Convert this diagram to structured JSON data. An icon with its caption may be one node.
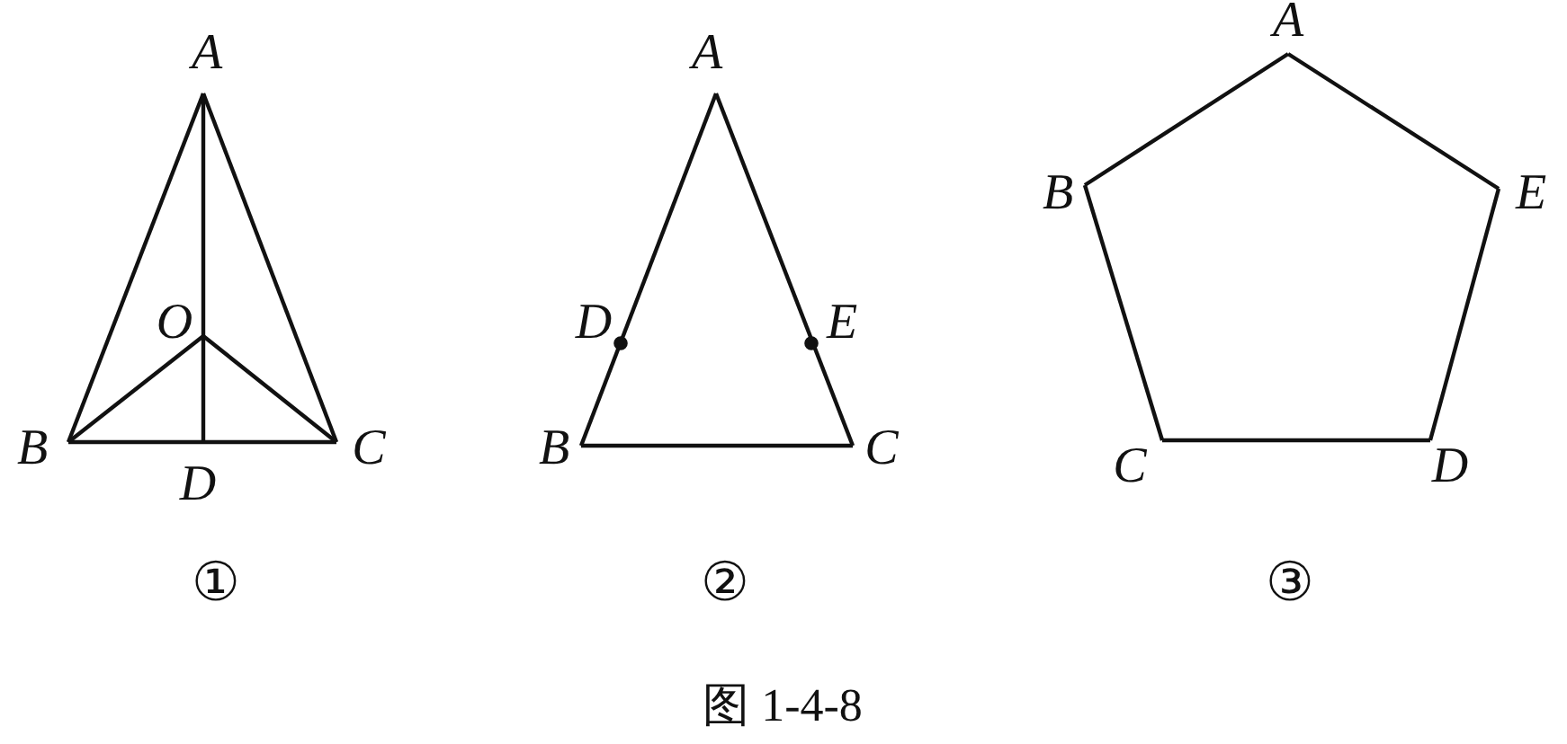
{
  "diagram": {
    "caption": "图 1-4-8",
    "labels": [
      "A",
      "O",
      "B",
      "D",
      "C",
      "①",
      "A",
      "D",
      "E",
      "B",
      "C",
      "②",
      "A",
      "B",
      "E",
      "C",
      "D",
      "③"
    ]
  }
}
